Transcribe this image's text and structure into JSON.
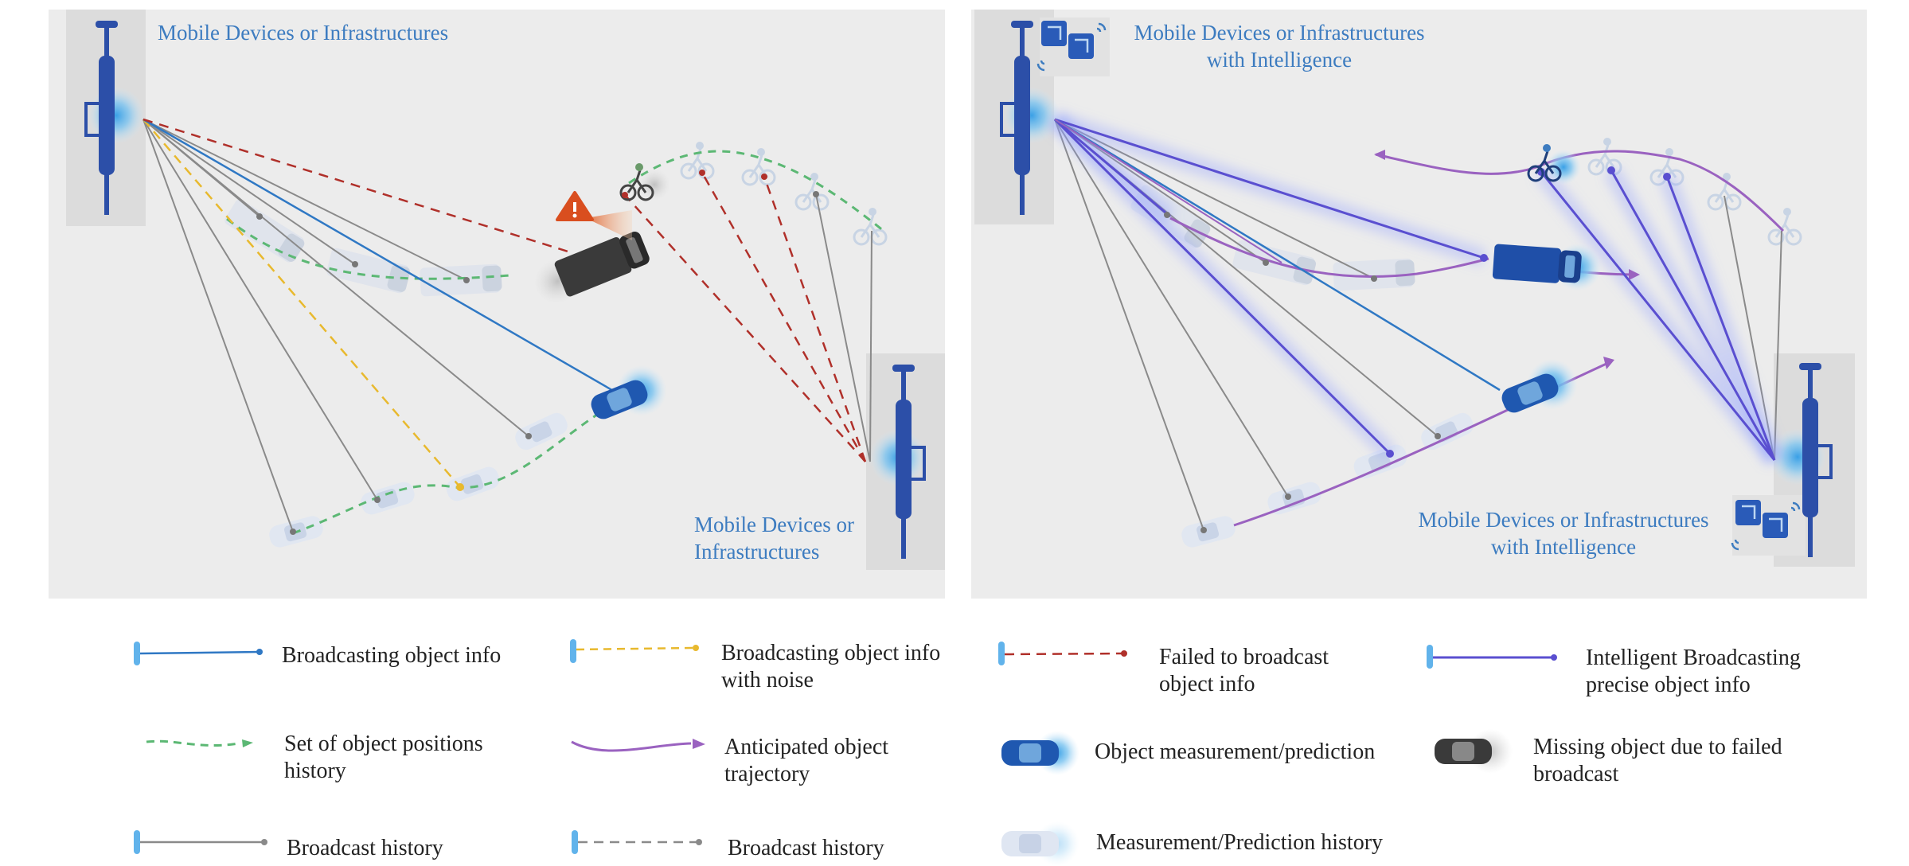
{
  "left_panel": {
    "label_top": "Mobile Devices or Infrastructures",
    "label_bottom_line1": "Mobile Devices or",
    "label_bottom_line2": "Infrastructures"
  },
  "right_panel": {
    "label_top_line1": "Mobile Devices or Infrastructures",
    "label_top_line2": "with Intelligence",
    "label_bottom_line1": "Mobile Devices or Infrastructures",
    "label_bottom_line2": "with Intelligence"
  },
  "legend": {
    "broadcasting": "Broadcasting object info",
    "broadcasting_noise_line1": "Broadcasting object info",
    "broadcasting_noise_line2": "with noise",
    "failed_line1": "Failed to broadcast",
    "failed_line2": "object info",
    "intelligent_line1": "Intelligent Broadcasting",
    "intelligent_line2": "precise object info",
    "positions_history_line1": "Set of object positions",
    "positions_history_line2": "history",
    "anticipated_line1": "Anticipated object",
    "anticipated_line2": "trajectory",
    "measurement": "Object measurement/prediction",
    "missing_line1": "Missing object due to failed",
    "missing_line2": "broadcast",
    "broadcast_history_solid": "Broadcast history",
    "broadcast_history_dashed": "Broadcast history",
    "measurement_history": "Measurement/Prediction history"
  },
  "colors": {
    "panel_bg": "#ececec",
    "label_blue": "#3d7cc0",
    "broadcast_blue": "#2f78c4",
    "noise_yellow": "#e8b92e",
    "failed_red": "#b0302a",
    "intelligent_purple": "#5a4fd0",
    "history_green": "#5cb874",
    "trajectory_purple": "#9a62c0",
    "history_gray": "#8a8a8a",
    "infrastructure_blue": "#2c4fa8"
  }
}
